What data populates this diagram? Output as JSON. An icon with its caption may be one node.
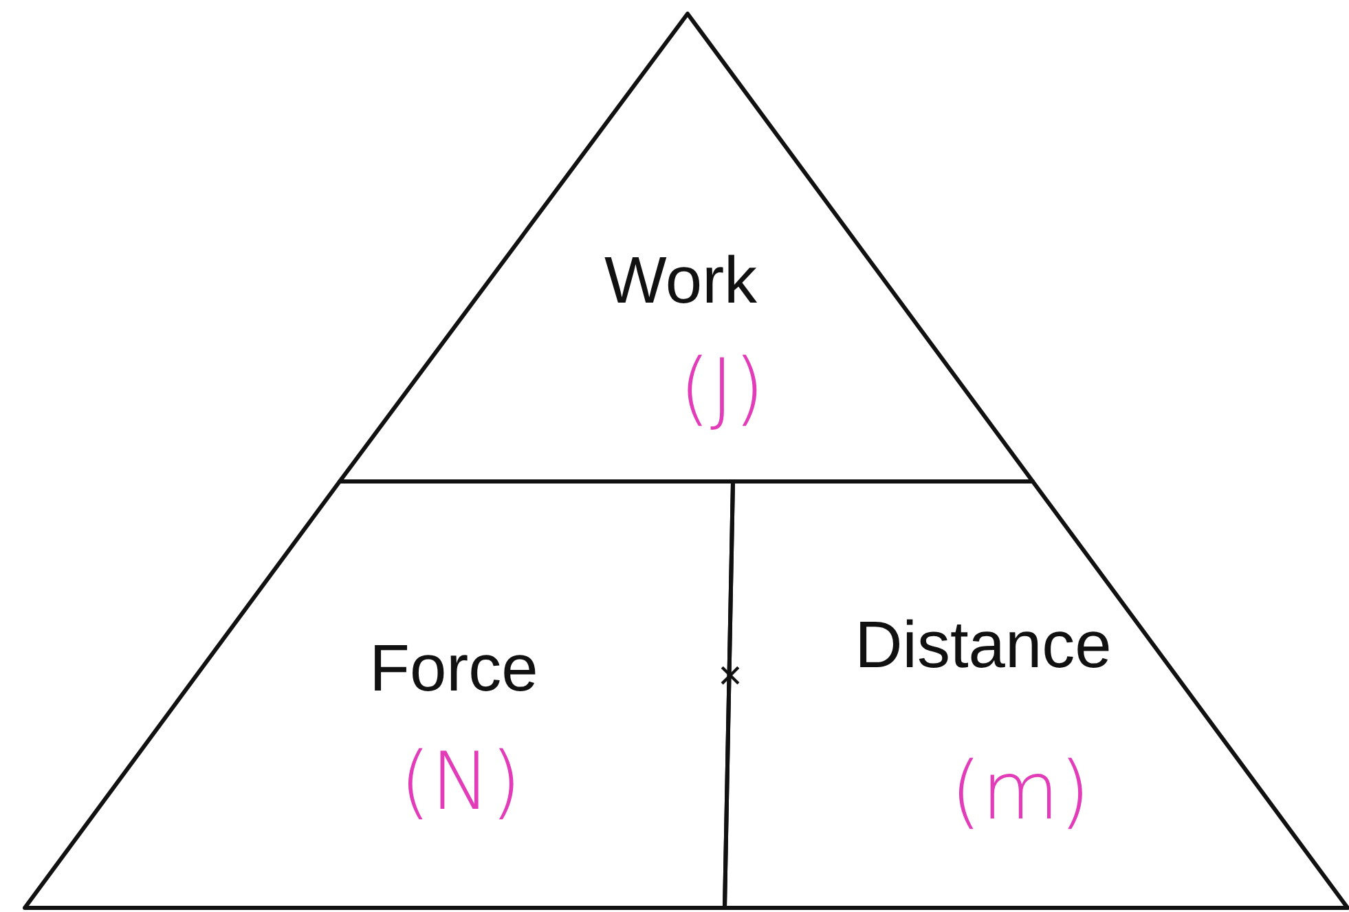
{
  "diagram": {
    "nodes": [
      {
        "text": [
          "Work",
          "(J)"
        ]
      },
      {
        "text": [
          "Force",
          "(N)"
        ]
      },
      {
        "text": [
          "Distance",
          "(m)"
        ]
      }
    ],
    "labels": [
      "×"
    ]
  }
}
